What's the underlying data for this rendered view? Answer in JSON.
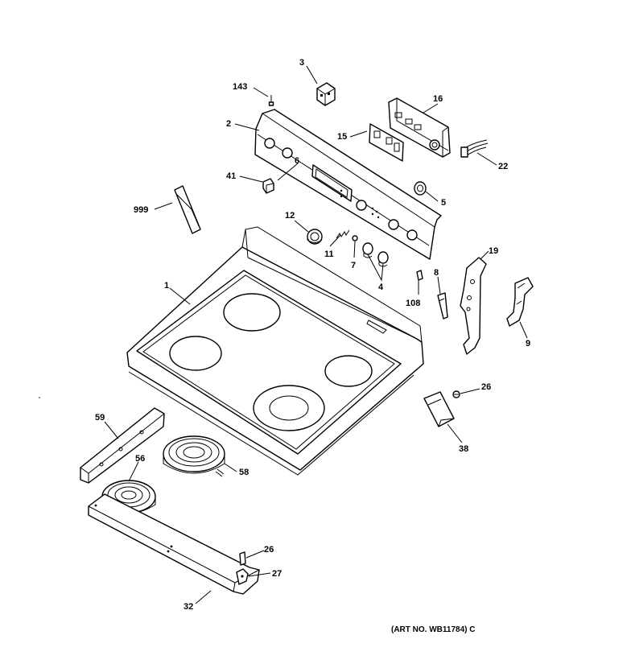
{
  "diagram": {
    "callouts": {
      "c1": "1",
      "c2": "2",
      "c3": "3",
      "c4": "4",
      "c5": "5",
      "c7": "7",
      "c8": "8",
      "c9": "9",
      "c11": "11",
      "c12": "12",
      "c15": "15",
      "c16": "16",
      "c19": "19",
      "c22": "22",
      "c26a": "26",
      "c26b": "26",
      "c27": "27",
      "c32": "32",
      "c38": "38",
      "c41": "41",
      "c56": "56",
      "c58": "58",
      "c59": "59",
      "c108": "108",
      "c143": "143",
      "c999": "999"
    },
    "art_number": "(ART NO. WB11784) C"
  }
}
